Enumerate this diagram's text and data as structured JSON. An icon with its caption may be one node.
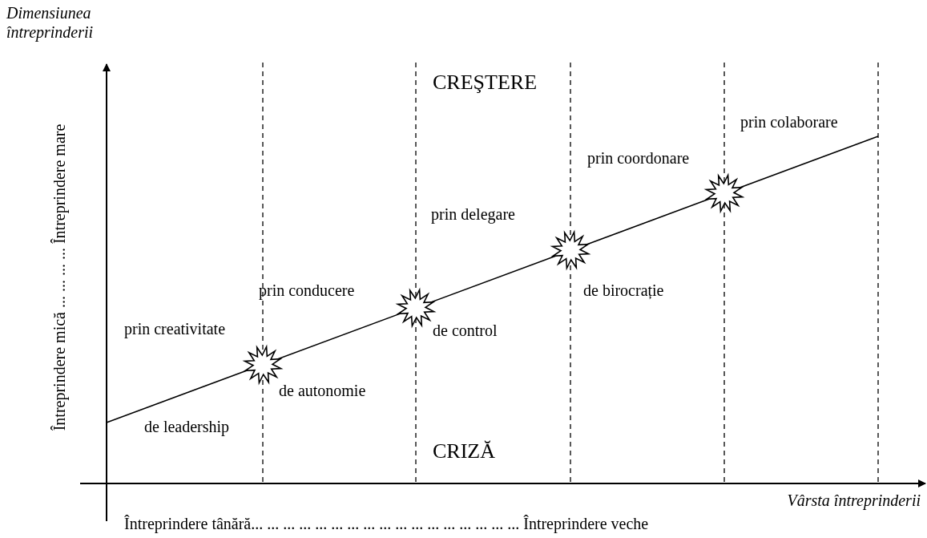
{
  "diagram": {
    "labels": [
      "Dimensiunea întreprinderii",
      "CREŞTERE",
      "prin colaborare",
      "prin coordonare",
      "prin delegare",
      "prin conducere",
      "de birocrație",
      "prin creativitate",
      "de control",
      "de autonomie",
      "de leadership",
      "CRIZĂ",
      "Întreprindere mică ... ... ... ... Întreprindere mare",
      "Vârsta întreprinderii",
      "Întreprindere tânără... ... ... ... ... ... ... ... ... ... ... ... ... ... ... ... ... Întreprindere veche"
    ]
  }
}
